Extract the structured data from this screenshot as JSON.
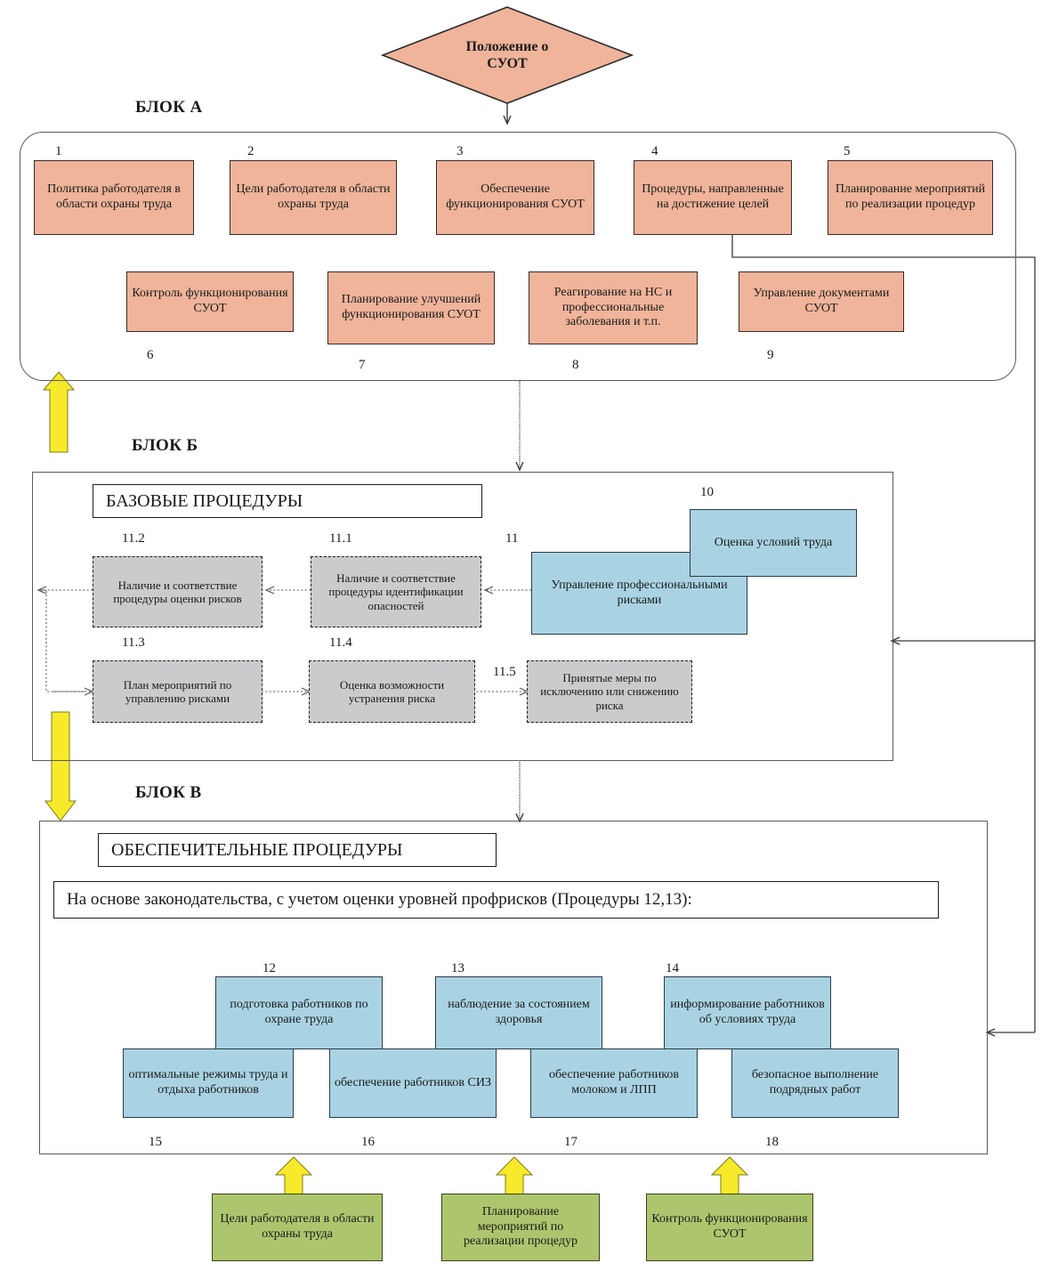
{
  "title": {
    "top_shape_label_line1": "Положение о",
    "top_shape_label_line2": "СУОТ"
  },
  "block_labels": {
    "a": "БЛОК А",
    "b": "БЛОК Б",
    "v": "БЛОК В"
  },
  "banners": {
    "base_procedures": "БАЗОВЫЕ ПРОЦЕДУРЫ",
    "support_procedures": "ОБЕСПЕЧИТЕЛЬНЫЕ ПРОЦЕДУРЫ",
    "legal_basis": "На основе законодательства, с учетом оценки уровней профрисков (Процедуры 12,13):"
  },
  "block_a": {
    "row1": [
      {
        "num": "1",
        "label": "Политика работодателя в области охраны труда"
      },
      {
        "num": "2",
        "label": "Цели работодателя в области охраны труда"
      },
      {
        "num": "3",
        "label": "Обеспечение функционирования СУОТ"
      },
      {
        "num": "4",
        "label": "Процедуры, направленные на достижение целей"
      },
      {
        "num": "5",
        "label": "Планирование мероприятий по реализации процедур"
      }
    ],
    "row2": [
      {
        "num": "6",
        "label": "Контроль функционирования СУОТ"
      },
      {
        "num": "7",
        "label": "Планирование улучшений функционирования СУОТ"
      },
      {
        "num": "8",
        "label": "Реагирование на НС и профессиональные заболевания и т.п."
      },
      {
        "num": "9",
        "label": "Управление документами СУОТ"
      }
    ]
  },
  "block_b": {
    "blue": [
      {
        "num": "10",
        "label": "Оценка условий труда"
      },
      {
        "num": "11",
        "label": "Управление профессиональными рисками"
      }
    ],
    "grey": [
      {
        "num": "11.1",
        "label": "Наличие  и соответствие процедуры идентификации опасностей"
      },
      {
        "num": "11.2",
        "label": "Наличие  и соответствие процедуры оценки рисков"
      },
      {
        "num": "11.3",
        "label": "План мероприятий по управлению рисками"
      },
      {
        "num": "11.4",
        "label": "Оценка возможности устранения риска"
      },
      {
        "num": "11.5",
        "label": "Принятые меры по исключению или снижению риска"
      }
    ]
  },
  "block_v": {
    "top_row": [
      {
        "num": "12",
        "label": "подготовка работников по охране труда"
      },
      {
        "num": "13",
        "label": "наблюдение за состоянием здоровья"
      },
      {
        "num": "14",
        "label": "информирование работников об условиях труда"
      }
    ],
    "bottom_row": [
      {
        "num": "15",
        "label": "оптимальные режимы труда и отдыха работников"
      },
      {
        "num": "16",
        "label": "обеспечение работников СИЗ"
      },
      {
        "num": "17",
        "label": "обеспечение работников молоком и ЛПП"
      },
      {
        "num": "18",
        "label": "безопасное выполнение подрядных работ"
      }
    ]
  },
  "feedback_boxes": [
    {
      "label": "Цели работодателя в области охраны труда"
    },
    {
      "label": "Планирование мероприятий по реализации процедур"
    },
    {
      "label": "Контроль функционирования СУОТ"
    }
  ],
  "colors": {
    "peach": "#efb49a",
    "blue": "#a9d3e3",
    "green": "#adc66e",
    "grey": "#c9cbcd",
    "yellow_arrow": "#f7ea2a",
    "line": "#3a3a3a"
  }
}
